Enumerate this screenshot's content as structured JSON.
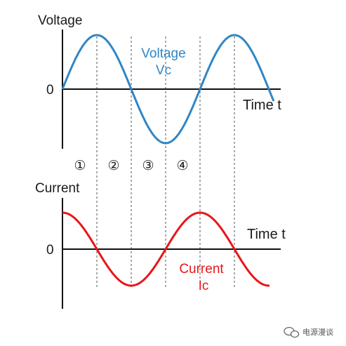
{
  "colors": {
    "voltage": "#2f86c6",
    "current": "#e8161b",
    "axis": "#111111",
    "guide": "#555555"
  },
  "voltage_plot": {
    "y_title": "Voltage",
    "zero_label": "0",
    "x_title": "Time t",
    "curve_label_line1": "Voltage",
    "curve_label_line2": "Vc"
  },
  "intervals": [
    "①",
    "②",
    "③",
    "④"
  ],
  "current_plot": {
    "y_title": "Current",
    "zero_label": "0",
    "x_title": "Time t",
    "curve_label_line1": "Current",
    "curve_label_line2": "Ic"
  },
  "watermark": {
    "text": "电源漫谈",
    "icon": "wechat-icon"
  }
}
